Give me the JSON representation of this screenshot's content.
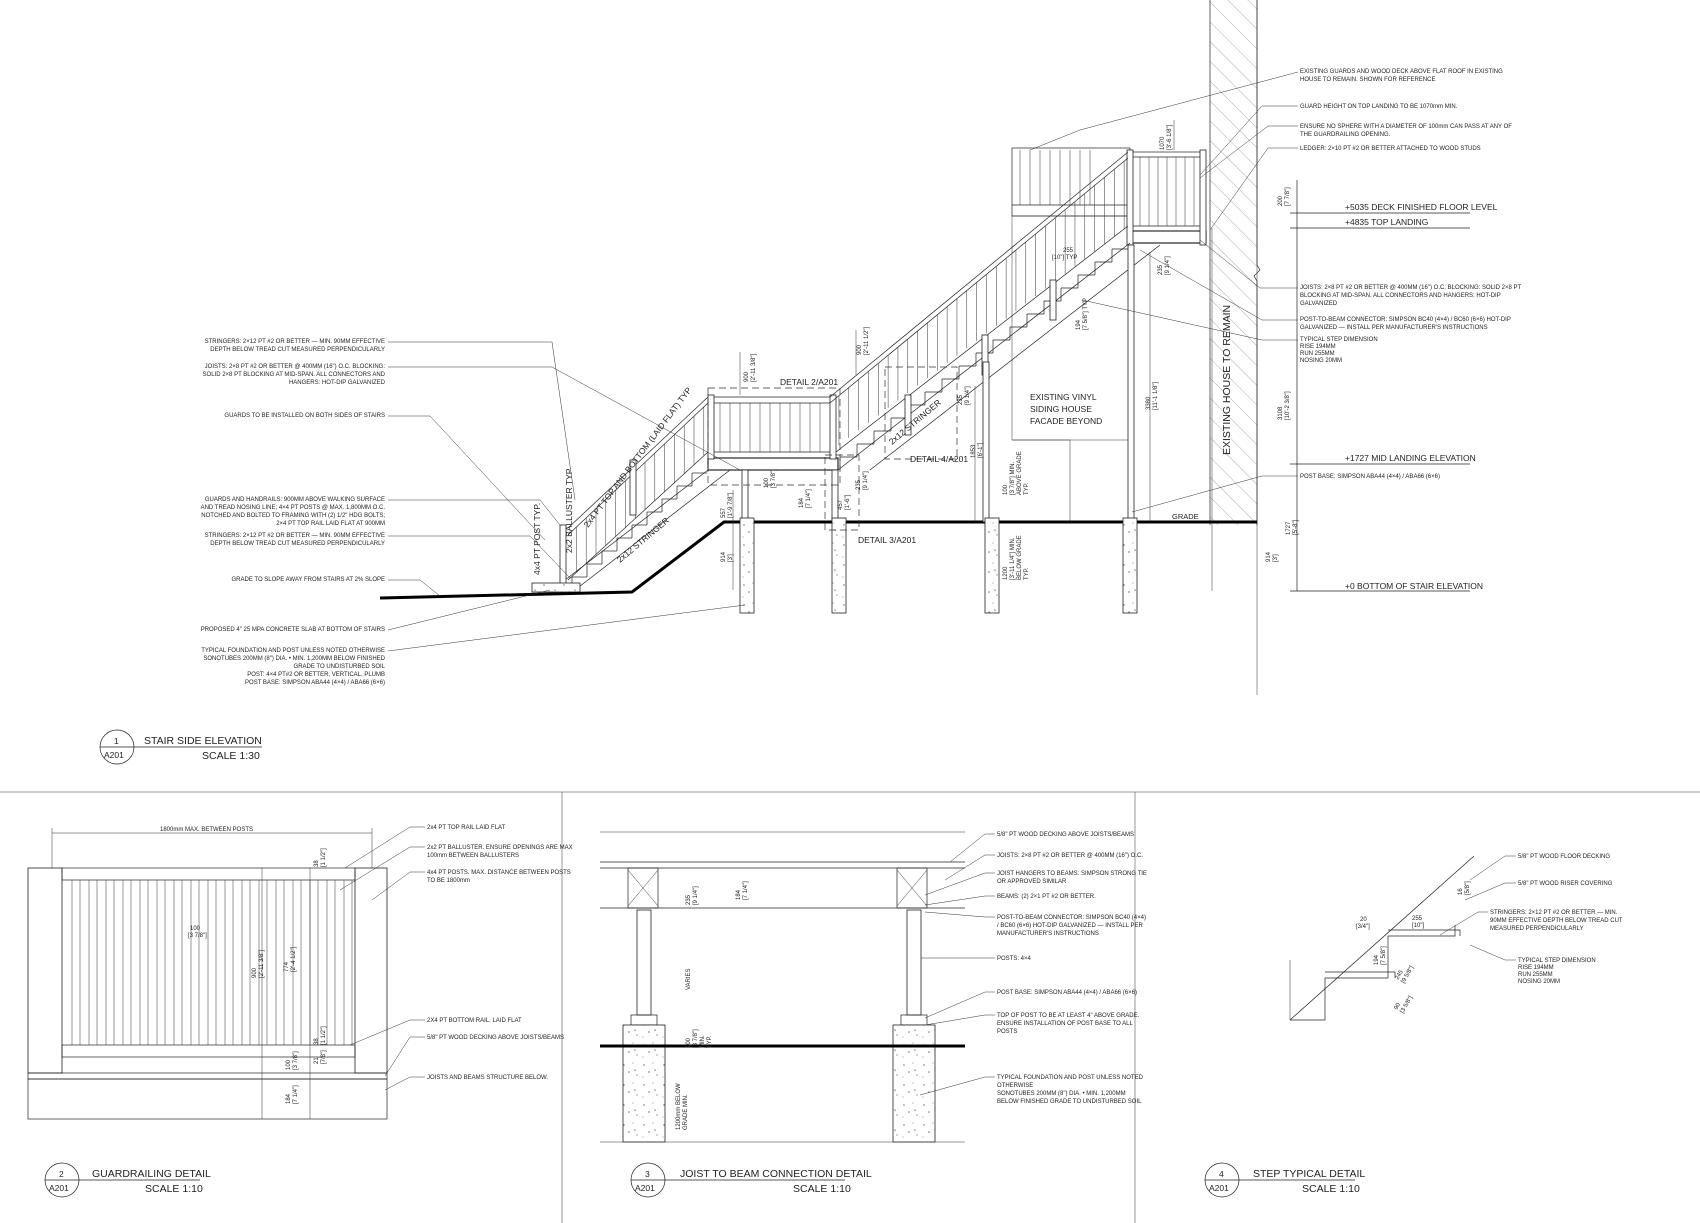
{
  "detail1": {
    "num": "1",
    "sheet": "A201",
    "title": "STAIR SIDE ELEVATION",
    "scale": "SCALE 1:30",
    "notes_left": [
      [
        "STRINGERS: 2×12 PT #2 OR BETTER — MIN. 90MM EFFECTIVE",
        "DEPTH BELOW TREAD CUT MEASURED PERPENDICULARLY"
      ],
      [
        "JOISTS: 2×8 PT #2 OR BETTER @ 400MM (16\") O.C. BLOCKING:",
        "SOLID 2×8 PT BLOCKING AT MID-SPAN. ALL CONNECTORS AND",
        "HANGERS: HOT-DIP GALVANIZED"
      ],
      [
        "GUARDS TO BE INSTALLED ON BOTH SIDES OF STAIRS"
      ],
      [
        "GUARDS AND HANDRAILS: 900MM ABOVE WALKING SURFACE",
        "AND TREAD NOSING LINE; 4×4 PT POSTS @ MAX. 1,800MM O.C.",
        "NOTCHED AND BOLTED TO FRAMING WITH (2) 1/2\" HDG BOLTS;",
        "2×4 PT TOP RAIL LAID FLAT AT 900MM"
      ],
      [
        "STRINGERS: 2×12 PT #2 OR BETTER — MIN. 90MM EFFECTIVE",
        "DEPTH BELOW TREAD CUT MEASURED PERPENDICULARLY"
      ],
      [
        "GRADE TO SLOPE AWAY FROM STAIRS AT 2% SLOPE"
      ],
      [
        "PROPOSED 4\" 25 MPA CONCRETE SLAB AT BOTTOM OF STAIRS"
      ],
      [
        "TYPICAL FOUNDATION AND POST UNLESS NOTED OTHERWISE",
        "SONOTUBES 200MM (8\") DIA. • MIN. 1,200MM BELOW FINISHED",
        "GRADE TO UNDISTURBED SOIL",
        "POST: 4×4 PT#2 OR BETTER, VERTICAL, PLUMB",
        "POST BASE: SIMPSON ABA44 (4×4) / ABA66 (6×6)"
      ]
    ],
    "notes_right": [
      [
        "EXISTING GUARDS AND WOOD DECK ABOVE FLAT ROOF IN EXISTING",
        "HOUSE TO REMAIN. SHOWN FOR REFERENCE"
      ],
      [
        "GUARD HEIGHT ON TOP LANDING TO BE 1070mm MIN."
      ],
      [
        "ENSURE NO SPHERE WITH A DIAMETER OF 100mm CAN PASS AT ANY OF",
        "THE GUARDRAILING OPENING."
      ],
      [
        "LEDGER: 2×10 PT #2 OR BETTER ATTACHED TO WOOD STUDS"
      ],
      [
        "JOISTS: 2×8 PT #2 OR BETTER @ 400MM (16\") O.C. BLOCKING: SOLID 2×8 PT",
        "BLOCKING AT MID-SPAN. ALL CONNECTORS AND HANGERS: HOT-DIP",
        "GALVANIZED"
      ],
      [
        "POST-TO-BEAM CONNECTOR: SIMPSON BC40 (4×4) / BC60 (6×6) HOT-DIP",
        "GALVANIZED — INSTALL PER MANUFACTURER'S INSTRUCTIONS"
      ],
      [
        "TYPICAL STEP DIMENSION",
        "RISE 194MM",
        "RUN 255MM",
        "NOSING 20MM"
      ],
      [
        "POST BASE: SIMPSON ABA44 (4×4) / ABA66 (6×6)"
      ]
    ],
    "levels": [
      "+5035  DECK FINISHED FLOOR LEVEL",
      "+4835  TOP LANDING",
      "+1727  MID LANDING ELEVATION",
      "+0      BOTTOM OF STAIR ELEVATION"
    ],
    "house_label": "EXISTING HOUSE TO REMAIN",
    "siding": [
      "EXISTING VINYL",
      "SIDING HOUSE",
      "FACADE BEYOND"
    ],
    "grade": "GRADE",
    "callouts": [
      "DETAIL 2/A201",
      "DETAIL 4/A201",
      "DETAIL 3/A201"
    ],
    "member_labels": [
      "2x4 PT TOP AND BOTTOM (LAID FLAT) TYP",
      "2x2 BALLUSTER TYP",
      "4x4 PT POST TYP.",
      "2x12 STRINGER",
      "2x12 STRINGER"
    ],
    "dims": {
      "d900a": "900",
      "d900a_i": "[2'-11 3/8\"]",
      "d900b": "900",
      "d900b_i": "[2'-11 1/2\"]",
      "d1070": "1070",
      "d1070_i": "[3'-6 1/8\"]",
      "d200": "200",
      "d200_i": "[7 7/8\"]",
      "d255": "255",
      "d255_i": "[10\"] TYP",
      "d235": "235",
      "d235_i": "[9 1/4\"]",
      "d194": "194",
      "d194_i": "[7 5/8\"] TYP",
      "d235b": "235",
      "d235b_i": "[9 1/4\"]",
      "d3380": "3380",
      "d3380_i": "[11'-1 1/8\"]",
      "d1853": "1853",
      "d1853_i": "[6'-1\"]",
      "d100g": "100",
      "d100g_i": "[3 7/8\"] MIN.",
      "d100g_t": "ABOVE GRADE",
      "d100g_t2": "TYP.",
      "d3108": "3108",
      "d3108_i": "[10'-2 3/8\"]",
      "d1727": "1727",
      "d1727_i": "[5'-8\"]",
      "d914r": "914",
      "d914r_i": "[3']",
      "d557": "557",
      "d557_i": "[1'-9 7/8\"]",
      "d914l": "914",
      "d914l_i": "[3']",
      "d100b": "100",
      "d100b_i": "[3 7/8\"]",
      "d184": "184",
      "d184_i": "[7 1/4\"]",
      "d457": "457",
      "d457_i": "[1'-6\"]",
      "d235c": "235",
      "d235c_i": "[9 1/4\"]",
      "d1200": "1200",
      "d1200_i": "[3'-11 1/4\"] MIN.",
      "d1200_t": "BELOW GRADE",
      "d1200_t2": "TYP."
    }
  },
  "detail2": {
    "num": "2",
    "sheet": "A201",
    "title": "GUARDRAILING DETAIL",
    "scale": "SCALE 1:10",
    "span": "1800mm MAX. BETWEEN POSTS",
    "notes": [
      [
        "2x4 PT TOP RAIL LAID FLAT"
      ],
      [
        "2x2 PT BALLUSTER. ENSURE OPENINGS ARE MAX",
        "100mm BETWEEN BALLUSTERS"
      ],
      [
        "4x4 PT POSTS. MAX. DISTANCE BETWEEN POSTS",
        "TO BE 1800mm"
      ],
      [
        "2X4 PT BOTTOM RAIL. LAID FLAT"
      ],
      [
        "5/8\" PT WOOD DECKING ABOVE JOISTS/BEAMS"
      ],
      [
        "JOISTS AND BEAMS STRUCTURE BELOW."
      ]
    ],
    "dims": {
      "d38a": "38",
      "d38a_i": "[1 1/2\"]",
      "d100": "100",
      "d100_i": "[3 7/8\"]",
      "d900": "900",
      "d900_i": "[2'-11 3/8\"]",
      "d774": "774",
      "d774_i": "[2'-4 1/2\"]",
      "d38b": "38",
      "d38b_i": "[1 1/2\"]",
      "d100b": "100",
      "d100b_i": "[3 7/8\"]",
      "d21": "21",
      "d21_i": "[7/8\"]",
      "d184": "184",
      "d184_i": "[7 1/4\"]"
    }
  },
  "detail3": {
    "num": "3",
    "sheet": "A201",
    "title": "JOIST TO BEAM CONNECTION DETAIL",
    "scale": "SCALE 1:10",
    "notes": [
      [
        "5/8\" PT WOOD DECKING ABOVE JOISTS/BEAMS"
      ],
      [
        "JOISTS: 2×8 PT #2 OR BETTER @ 400MM (16\") O.C."
      ],
      [
        "JOIST HANGERS TO BEAMS: SIMPSON STRONG TIE",
        "OR APPROVED SIMILAR"
      ],
      [
        "BEAMS: (2) 2×1 PT #2 OR BETTER."
      ],
      [
        "POST-TO-BEAM CONNECTOR: SIMPSON BC40 (4×4)",
        "/ BC60 (6×6) HOT-DIP GALVANIZED — INSTALL PER",
        "MANUFACTURER'S INSTRUCTIONS"
      ],
      [
        "POSTS: 4×4"
      ],
      [
        "POST BASE: SIMPSON ABA44 (4×4) / ABA66 (6×6)"
      ],
      [
        "TOP OF POST TO BE AT LEAST 4\" ABOVE GRADE.",
        "ENSURE INSTALLATION OF POST BASE TO ALL",
        "POSTS"
      ],
      [
        "TYPICAL FOUNDATION AND POST UNLESS NOTED",
        "OTHERWISE",
        "SONOTUBES 200MM (8\") DIA. • MIN. 1,200MM",
        "BELOW FINISHED GRADE TO UNDISTURBED SOIL"
      ]
    ],
    "dims": {
      "d235": "235",
      "d235_i": "[9 1/4\"]",
      "d184": "184",
      "d184_i": "[7 1/4\"]",
      "varies": "VARIES",
      "d100": "100",
      "d100_i": "[3 7/8\"]",
      "d100_m": "MIN.",
      "d100_t": "TYP.",
      "d1200": "1200mm BELOW",
      "d1200_t": "GRADE MIN."
    }
  },
  "detail4": {
    "num": "4",
    "sheet": "A201",
    "title": "STEP TYPICAL DETAIL",
    "scale": "SCALE 1:10",
    "notes": [
      [
        "5/8\" PT WOOD FLOOR DECKING"
      ],
      [
        "5/8\" PT WOOD RISER COVERING"
      ],
      [
        "STRINGERS: 2×12 PT #2 OR BETTER — MIN.",
        "90MM EFFECTIVE DEPTH BELOW TREAD CUT",
        "MEASURED PERPENDICULARLY"
      ],
      [
        "TYPICAL STEP DIMENSION",
        "RISE 194MM",
        "RUN 255MM",
        "NOSING 20MM"
      ]
    ],
    "dims": {
      "d20": "20",
      "d20_i": "[3/4\"]",
      "d255": "255",
      "d255_i": "[10\"]",
      "d194": "194",
      "d194_i": "[7 5/8\"]",
      "d245": "245",
      "d245_i": "[9 5/8\"]",
      "d90": "90",
      "d90_i": "[3 5/8\"]",
      "d16": "16",
      "d16_i": "[5/8\"]"
    }
  },
  "colors": {
    "ink": "#222222",
    "paper": "#ffffff"
  }
}
